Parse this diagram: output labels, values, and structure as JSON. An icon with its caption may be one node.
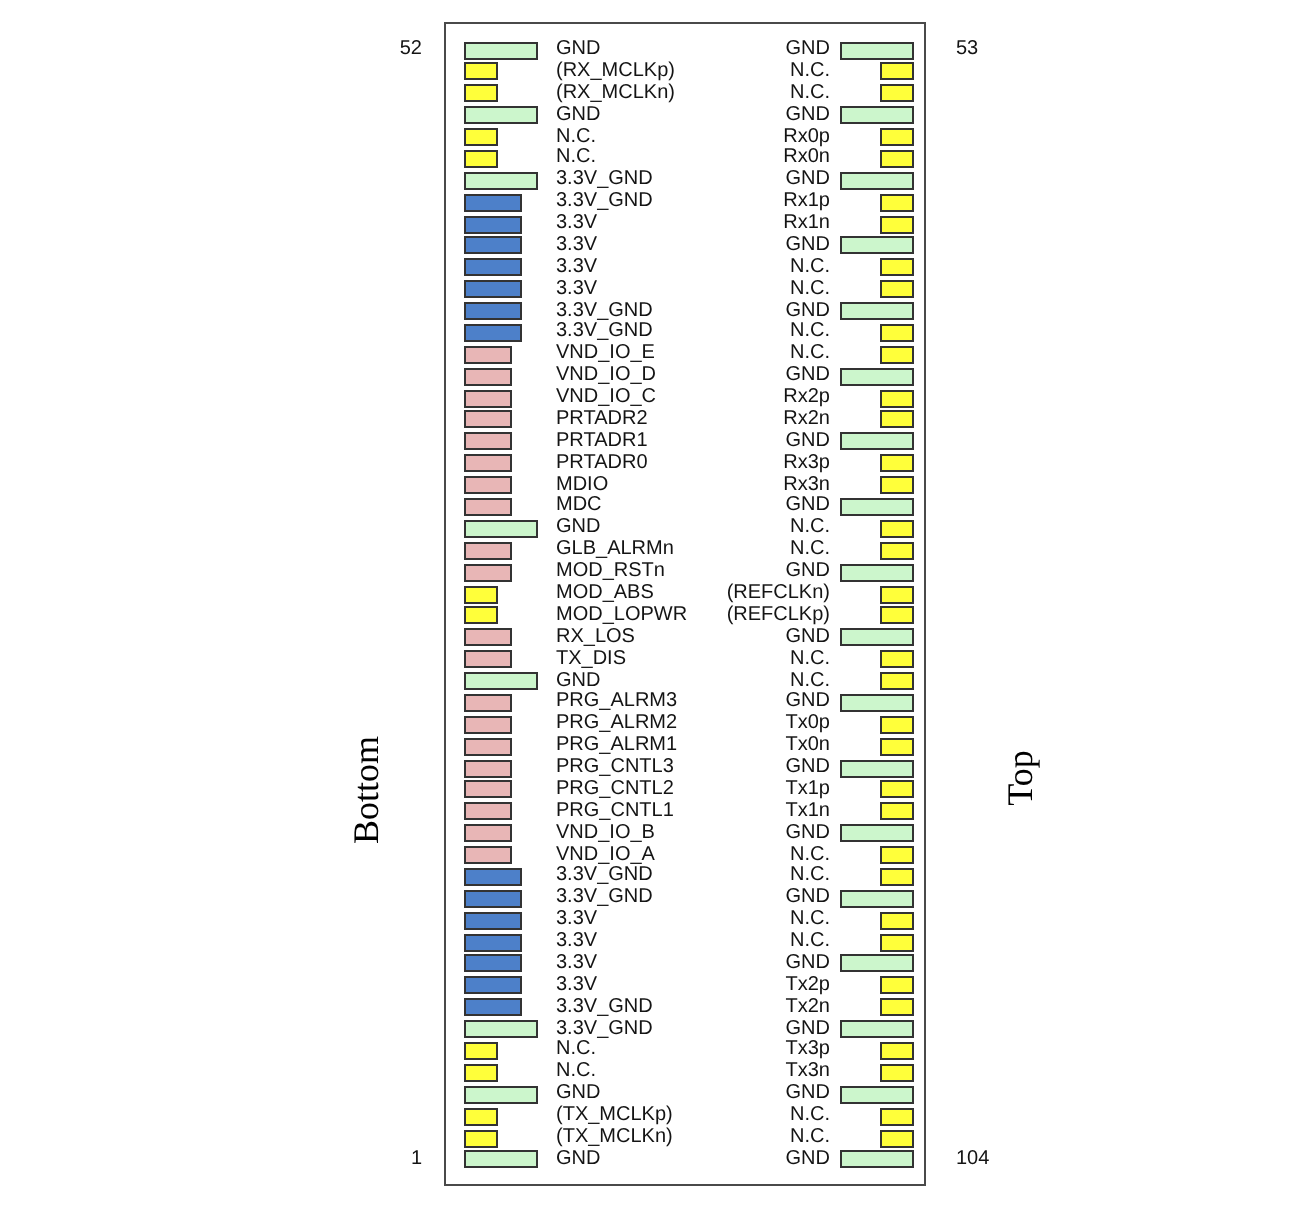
{
  "diagram": {
    "labels": [
      "52",
      "GND",
      "GND",
      "53",
      "(RX_MCLKp)",
      "N.C.",
      "(RX_MCLKn)",
      "N.C.",
      "GND",
      "GND",
      "N.C.",
      "Rx0p",
      "N.C.",
      "Rx0n",
      "3.3V_GND",
      "GND",
      "3.3V_GND",
      "Rx1p",
      "3.3V",
      "Rx1n",
      "3.3V",
      "GND",
      "3.3V",
      "N.C.",
      "3.3V",
      "N.C.",
      "3.3V_GND",
      "GND",
      "3.3V_GND",
      "N.C.",
      "VND_IO_E",
      "N.C.",
      "VND_IO_D",
      "GND",
      "VND_IO_C",
      "Rx2p",
      "PRTADR2",
      "Rx2n",
      "PRTADR1",
      "GND",
      "PRTADR0",
      "Rx3p",
      "MDIO",
      "Rx3n",
      "MDC",
      "GND",
      "GND",
      "N.C.",
      "GLB_ALRMn",
      "N.C.",
      "MOD_RSTn",
      "GND",
      "MOD_ABS",
      "(REFCLKn)",
      "MOD_LOPWR",
      "(REFCLKp)",
      "RX_LOS",
      "GND",
      "TX_DIS",
      "N.C.",
      "GND",
      "N.C.",
      "PRG_ALRM3",
      "GND",
      "PRG_ALRM2",
      "Tx0p",
      "PRG_ALRM1",
      "Tx0n",
      "PRG_CNTL3",
      "GND",
      "PRG_CNTL2",
      "Tx1p",
      "PRG_CNTL1",
      "Tx1n",
      "VND_IO_B",
      "GND",
      "VND_IO_A",
      "N.C.",
      "3.3V_GND",
      "N.C.",
      "3.3V_GND",
      "GND",
      "3.3V",
      "N.C.",
      "3.3V",
      "N.C.",
      "3.3V",
      "GND",
      "3.3V",
      "Tx2p",
      "3.3V_GND",
      "Tx2n",
      "3.3V_GND",
      "GND",
      "N.C.",
      "Tx3p",
      "N.C.",
      "Tx3n",
      "GND",
      "GND",
      "(TX_MCLKp)",
      "N.C.",
      "(TX_MCLKn)",
      "N.C.",
      "1",
      "GND",
      "GND",
      "104",
      "Bottom",
      "Top"
    ]
  }
}
